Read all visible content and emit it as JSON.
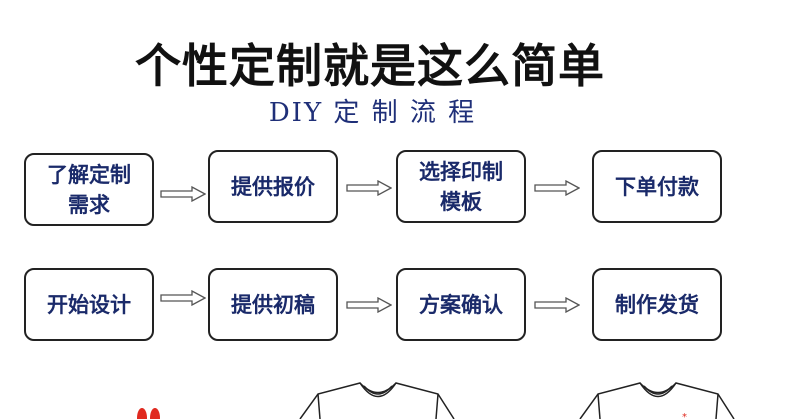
{
  "title": "个性定制就是这么简单",
  "subtitle": "DIY 定 制 流 程",
  "steps": [
    {
      "label": "了解定制需求"
    },
    {
      "label": "提供报价"
    },
    {
      "label": "选择印制模板"
    },
    {
      "label": "下单付款"
    },
    {
      "label": "开始设计"
    },
    {
      "label": "提供初稿"
    },
    {
      "label": "方案确认"
    },
    {
      "label": "制作发货"
    }
  ],
  "colors": {
    "text": "#1a2a6a",
    "accent": "#e02a20"
  }
}
